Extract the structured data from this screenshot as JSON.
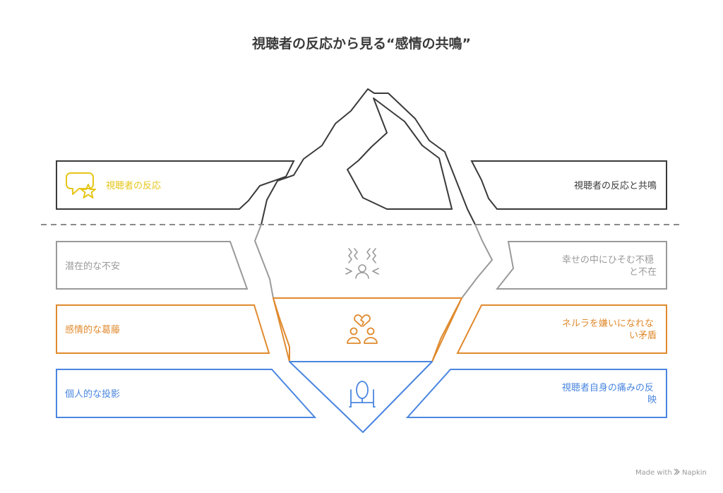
{
  "title": "視聴者の反応から見る“感情の共鳴”",
  "colors": {
    "dark": "#3a3a3a",
    "gray": "#9a9a9a",
    "yellow": "#e6c619",
    "orange": "#e08a2e",
    "blue": "#4a86e0"
  },
  "layers": [
    {
      "left_label": "視聴者の反応",
      "right_lines": [
        "視聴者の反応と共鳴"
      ],
      "icon": "speech-bubble-star-icon",
      "color": "#e6c619"
    },
    {
      "left_label": "潜在的な不安",
      "right_lines": [
        "幸せの中にひそむ不穏",
        "と不在"
      ],
      "icon": "anxious-person-icon",
      "color": "#9a9a9a"
    },
    {
      "left_label": "感情的な葛藤",
      "right_lines": [
        "ネルラを嫌いになれな",
        "い矛盾"
      ],
      "icon": "broken-heart-couple-icon",
      "color": "#e08a2e"
    },
    {
      "left_label": "個人的な投影",
      "right_lines": [
        "視聴者自身の痛みの反",
        "映"
      ],
      "icon": "mirror-icon",
      "color": "#4a86e0"
    }
  ],
  "credit": {
    "prefix": "Made with",
    "brand": "Napkin"
  }
}
